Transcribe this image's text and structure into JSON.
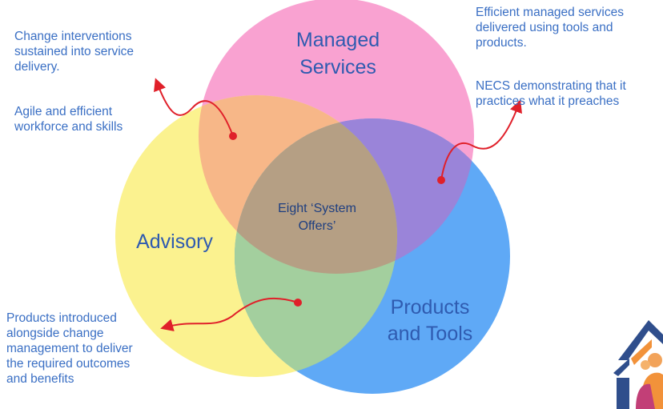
{
  "circles": {
    "managed_services": {
      "label_line1": "Managed",
      "label_line2": "Services",
      "color": "#f78ec9"
    },
    "advisory": {
      "label": "Advisory",
      "color": "#fbf17a"
    },
    "products_tools": {
      "label_line1": "Products",
      "label_line2": "and Tools",
      "color": "#4a9ef5"
    },
    "center": {
      "label_line1": "Eight ‘System",
      "label_line2": "Offers’"
    }
  },
  "notes": {
    "top_left_1": "Change interventions\nsustained into service\ndelivery.",
    "top_left_2": "Agile and efficient\nworkforce and skills",
    "top_right_1": "Efficient managed services\ndelivered using tools and\nproducts.",
    "top_right_2": "NECS demonstrating that it\npractices what it preaches",
    "bottom_left": "Products introduced\nalongside change\nmanagement to deliver\nthe required outcomes\nand benefits"
  },
  "colors": {
    "text_blue": "#3a6fc4",
    "arrow_red": "#e0202a",
    "intersection_ms_adv": "#f7b788",
    "intersection_ms_pt": "#9a84d9",
    "intersection_adv_pt": "#a3cf9e",
    "intersection_center": "#b59f84"
  },
  "icons": {
    "logo": "house-people-logo"
  }
}
